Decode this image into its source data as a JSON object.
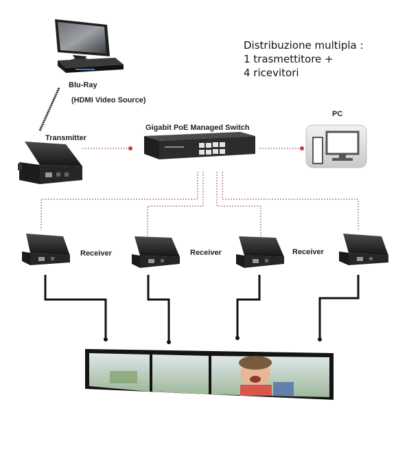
{
  "title": {
    "line1": "Distribuzione multipla :",
    "line2": "1 trasmettitore +",
    "line3": "4 ricevitori"
  },
  "source": {
    "name": "Blu-Ray",
    "subtitle": "(HDMI Video Source)"
  },
  "transmitter": {
    "label": "Transmitter"
  },
  "switch": {
    "label": "Gigabit PoE Managed Switch"
  },
  "pc": {
    "label": "PC"
  },
  "receivers": [
    {
      "label": "Receiver"
    },
    {
      "label": "Receiver"
    },
    {
      "label": "Receiver"
    },
    {
      "label": ""
    }
  ],
  "colors": {
    "ethernet_link": "#c9a3b5",
    "hdmi_cable": "#111111",
    "device_body": "#2b2b2b"
  },
  "icons": [
    "monitor-icon",
    "bluray-player-icon",
    "pc-icon",
    "network-switch-icon"
  ]
}
